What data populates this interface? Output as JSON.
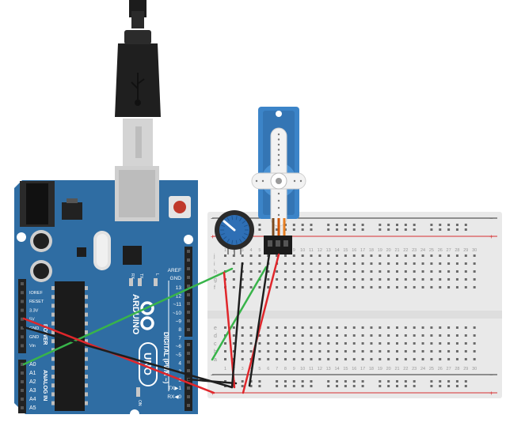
{
  "board": {
    "name": "ARDUINO",
    "model": "UNO",
    "digital_label": "DIGITAL (PWM ~)",
    "power_label": "POWER",
    "analog_label": "ANALOG IN",
    "tx_label": "TX",
    "rx_label": "RX",
    "l_label": "L",
    "on_label": "ON",
    "power_pins": [
      "IOREF",
      "RESET",
      "3.3V",
      "5V",
      "GND",
      "GND",
      "Vin"
    ],
    "analog_pins": [
      "A0",
      "A1",
      "A2",
      "A3",
      "A4",
      "A5"
    ],
    "digital_pins": [
      "AREF",
      "GND",
      "13",
      "12",
      "~11",
      "~10",
      "~9",
      "8",
      "7",
      "~6",
      "~5",
      "4",
      "~3",
      "2",
      "TX▶1",
      "RX◀0"
    ]
  },
  "breadboard": {
    "columns": [
      "1",
      "2",
      "3",
      "4",
      "5",
      "6",
      "7",
      "8",
      "9",
      "10",
      "11",
      "12",
      "13",
      "14",
      "15",
      "16",
      "17",
      "18",
      "19",
      "20",
      "21",
      "22",
      "23",
      "24",
      "25",
      "26",
      "27",
      "28",
      "29",
      "30"
    ],
    "rows_top": [
      "j",
      "i",
      "h",
      "g",
      "f"
    ],
    "rows_bottom": [
      "e",
      "d",
      "c",
      "b",
      "a"
    ],
    "rail_minus": "−",
    "rail_plus": "+"
  },
  "colors": {
    "board": "#2f6da3",
    "board_dark": "#23578a",
    "breadboard": "#e9e9e9",
    "wire_red": "#e0262b",
    "wire_green": "#38b44a",
    "wire_black": "#1e1e1e",
    "servo": "#3c84c8",
    "pot": "#2e6fb5"
  },
  "components": [
    "usb-cable",
    "servo-motor",
    "potentiometer",
    "breadboard",
    "arduino-uno"
  ]
}
